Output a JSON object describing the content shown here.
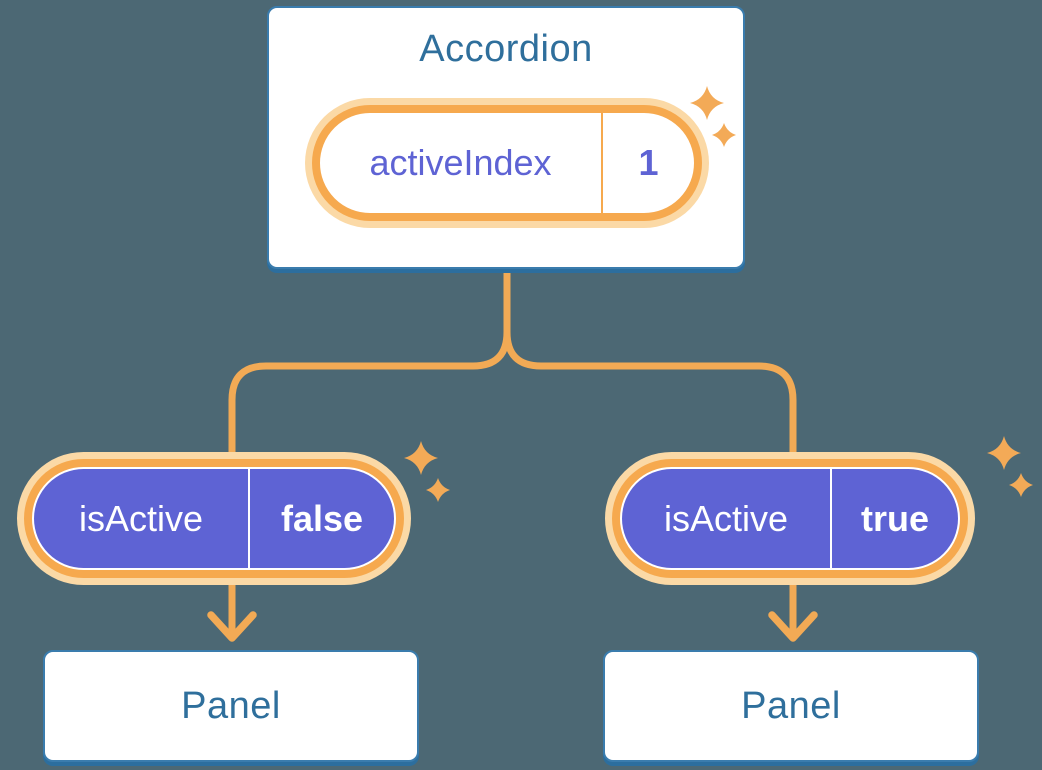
{
  "colors": {
    "background": "#4c6874",
    "card_background": "#ffffff",
    "card_border": "#3a7cad",
    "card_bottom_shadow": "#2c6e9e",
    "heading_text": "#2f6f9c",
    "state_pill_purple": "#5e63d4",
    "pill_ring_orange": "#f6a94e",
    "pill_ring_glow": "#fbd9a6",
    "connector_orange": "#f2aa55",
    "pill_text_on_purple": "#ffffff"
  },
  "icons": {
    "sparkle": "4-point-star",
    "arrowhead": "chevron-down"
  },
  "diagram": {
    "root": {
      "title": "Accordion",
      "state": {
        "name": "activeIndex",
        "value": "1"
      }
    },
    "children": [
      {
        "state": {
          "name": "isActive",
          "value": "false"
        },
        "panel_title": "Panel"
      },
      {
        "state": {
          "name": "isActive",
          "value": "true"
        },
        "panel_title": "Panel"
      }
    ]
  }
}
